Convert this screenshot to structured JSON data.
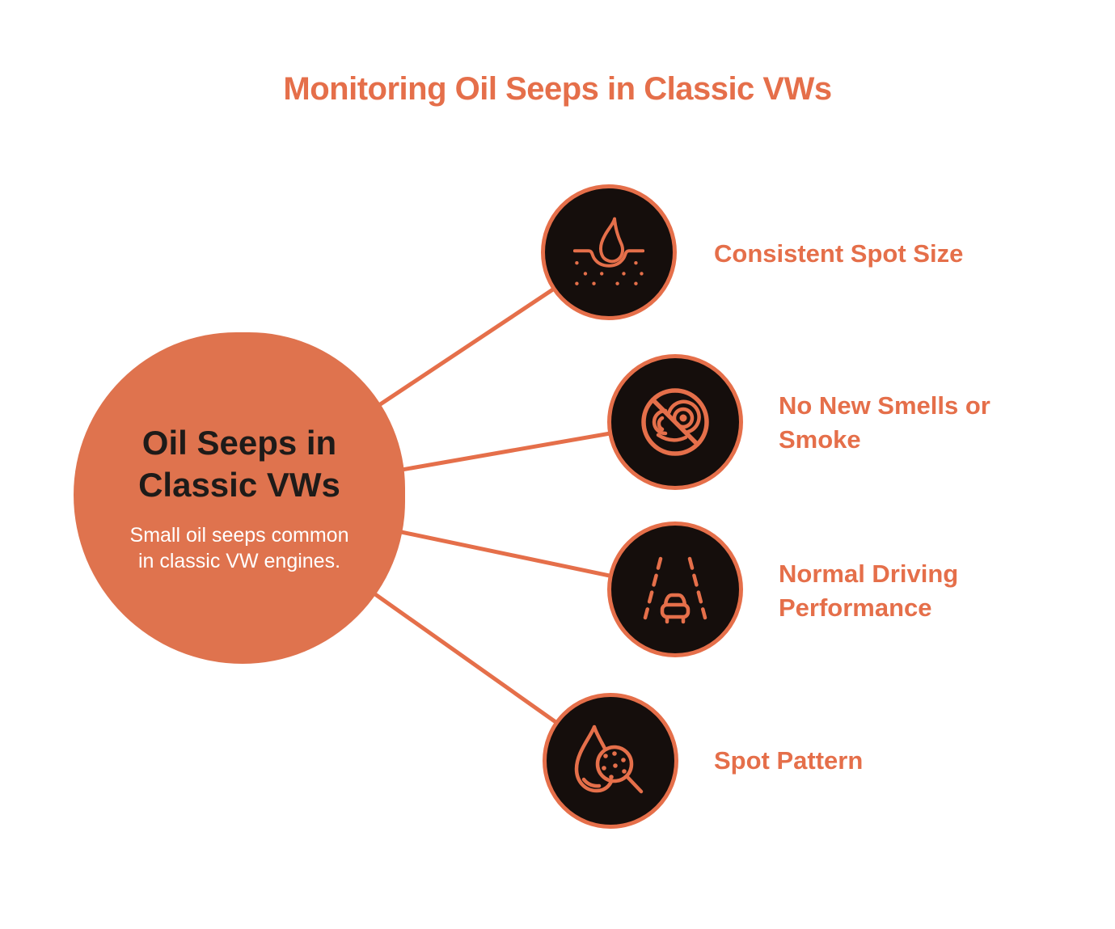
{
  "title": "Monitoring Oil Seeps in Classic VWs",
  "colors": {
    "accent": "#E56F4A",
    "blob": "#DF734E",
    "node_bg": "#150E0C",
    "heading_text": "#1E1B19",
    "subtitle_text": "#FFFFFF",
    "background": "#FFFFFF"
  },
  "center": {
    "heading_lines": [
      "Oil Seeps in",
      "Classic VWs"
    ],
    "description_lines": [
      "Small oil seeps common",
      "in classic VW engines."
    ]
  },
  "nodes": [
    {
      "id": "consistent-spot-size",
      "icon": "oil-seep-drop-icon",
      "label_lines": [
        "Consistent Spot Size"
      ]
    },
    {
      "id": "no-new-smells-or-smoke",
      "icon": "no-smell-icon",
      "label_lines": [
        "No New Smells or",
        "Smoke"
      ]
    },
    {
      "id": "normal-driving-performance",
      "icon": "road-driving-icon",
      "label_lines": [
        "Normal Driving",
        "Performance"
      ]
    },
    {
      "id": "spot-pattern",
      "icon": "drop-magnifier-icon",
      "label_lines": [
        "Spot Pattern"
      ]
    }
  ]
}
